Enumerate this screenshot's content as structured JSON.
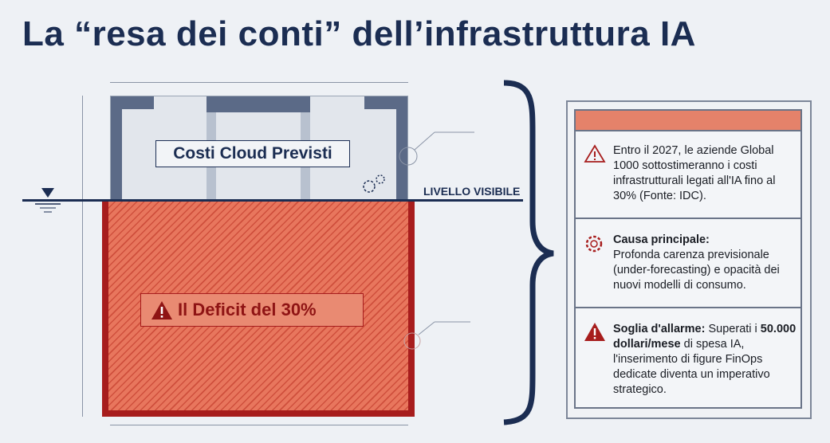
{
  "title": "La “resa dei conti” dell’infrastruttura IA",
  "diagram": {
    "top_label": "Costi Cloud Previsti",
    "waterline_label": "LIVELLO VISIBILE",
    "deficit_label": "Il Deficit del 30%"
  },
  "panel": {
    "items": [
      {
        "icon": "warning-outline-icon",
        "text": "Entro il 2027, le aziende Global 1000 sottostimeranno i costi infrastrutturali legati all'IA fino al 30% (Fonte: IDC)."
      },
      {
        "icon": "gear-icon",
        "title": "Causa principale:",
        "text": "Profonda carenza previsionale (under-forecasting) e opacità dei nuovi modelli di consumo."
      },
      {
        "icon": "warning-filled-icon",
        "title": "Soglia d'allarme:",
        "text_a": "Superati i",
        "bold": "50.000 dollari/mese",
        "text_b": "di spesa IA, l'inserimento di figure FinOps dedicate diventa un imperativo strategico."
      }
    ]
  },
  "colors": {
    "navy": "#1b2d52",
    "red": "#a71d1d",
    "orange": "#e8765d"
  }
}
